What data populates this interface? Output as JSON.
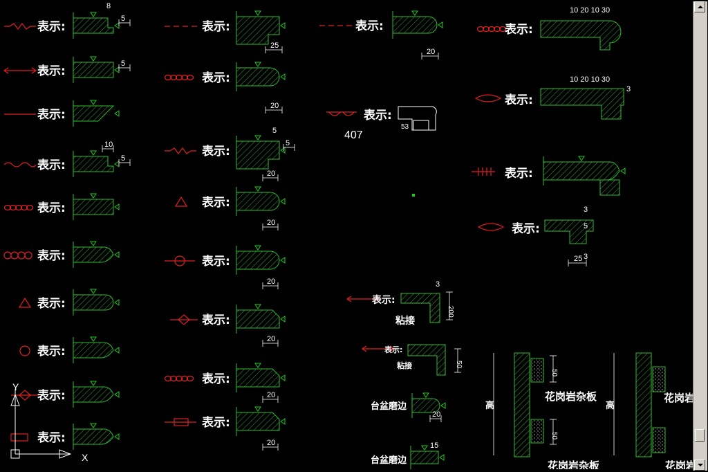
{
  "colors": {
    "background": "#000000",
    "outline": "#2fbf2f",
    "hatch": "#3aa83a",
    "symbol": "#e02020",
    "text": "#ffffff",
    "marker": "#1fcf1f"
  },
  "label": "表示:",
  "detail_label": "407",
  "joint_label": "粘接",
  "edge_label": "台盆磨边",
  "panel_label": "花岗岩杂板",
  "panel_label_cut": "花岗岩",
  "height_label": "高",
  "dims": {
    "d5": "5",
    "d10": "10",
    "d15": "15",
    "d20": "20",
    "d25": "25",
    "d30": "30",
    "d50": "50",
    "d3": "3",
    "d53": "53",
    "d200": "200",
    "top_set": "10 20 10   30"
  },
  "ucs": {
    "y": "Y",
    "x": "X"
  },
  "icons": {
    "scroll_up": "arrow-up-icon",
    "scroll_down": "arrow-down-icon"
  }
}
